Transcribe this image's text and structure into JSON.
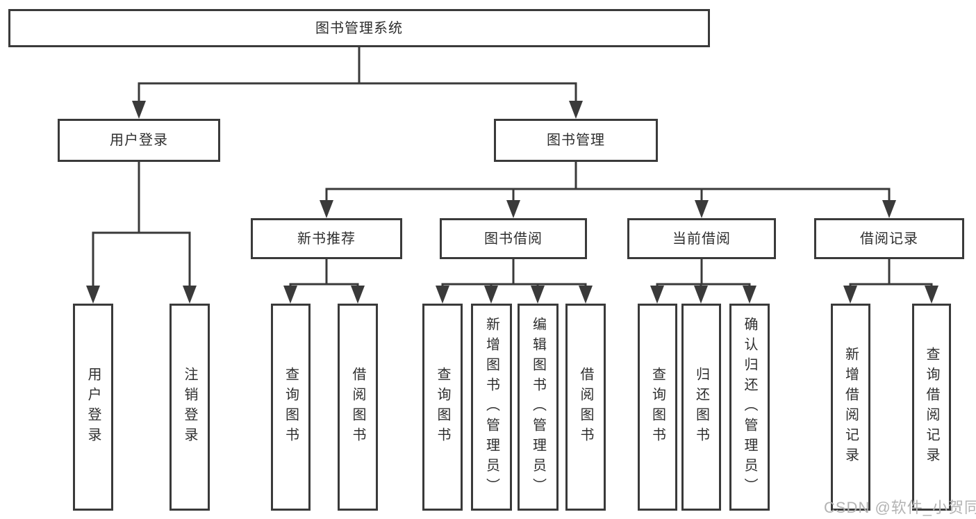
{
  "diagram": {
    "type": "hierarchy-tree",
    "orientation": "top-down",
    "tree": {
      "root": {
        "label": "图书管理系统"
      },
      "branches": [
        {
          "label": "用户登录",
          "children": [
            {
              "label": "用户登录"
            },
            {
              "label": "注销登录"
            }
          ]
        },
        {
          "label": "图书管理",
          "children": [
            {
              "label": "新书推荐",
              "children": [
                {
                  "label": "查询图书"
                },
                {
                  "label": "借阅图书"
                }
              ]
            },
            {
              "label": "图书借阅",
              "children": [
                {
                  "label": "查询图书"
                },
                {
                  "label": "新增图书（管理员）"
                },
                {
                  "label": "编辑图书（管理员）"
                },
                {
                  "label": "借阅图书"
                }
              ]
            },
            {
              "label": "当前借阅",
              "children": [
                {
                  "label": "查询图书"
                },
                {
                  "label": "归还图书"
                },
                {
                  "label": "确认归还（管理员）"
                }
              ]
            },
            {
              "label": "借阅记录",
              "children": [
                {
                  "label": "新增借阅记录"
                },
                {
                  "label": "查询借阅记录"
                }
              ]
            }
          ]
        }
      ]
    },
    "colors": {
      "line": "#3a3a3a",
      "box_border": "#3a3a3a",
      "box_fill": "#ffffff",
      "text": "#2e2e2e",
      "watermark": "#b3b3b3",
      "background": "#ffffff"
    }
  },
  "watermark": "CSDN @软件_小贺同学"
}
